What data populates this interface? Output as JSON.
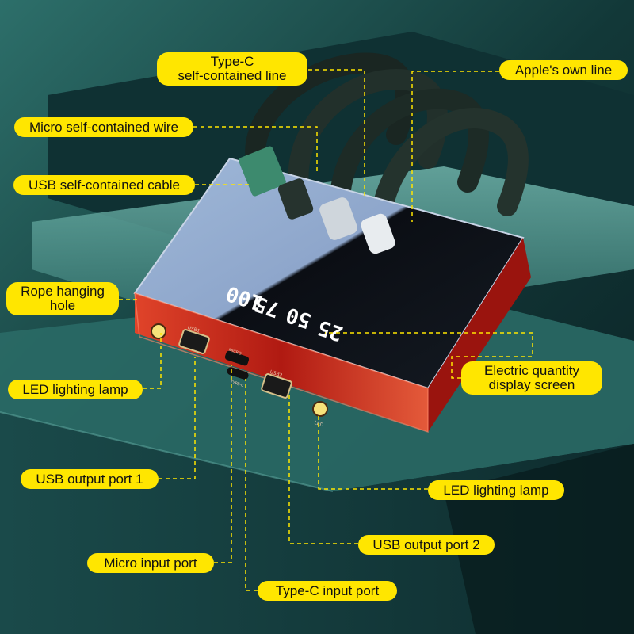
{
  "callouts": {
    "type_c_line": [
      "Type-C",
      "self-contained line"
    ],
    "apple_line": "Apple's own line",
    "micro_wire": "Micro self-contained wire",
    "usb_cable": "USB self-contained cable",
    "rope_hole": [
      "Rope hanging",
      "hole"
    ],
    "led_left": "LED lighting lamp",
    "display_screen": [
      "Electric quantity",
      "display screen"
    ],
    "usb_port_1": "USB output port 1",
    "led_right": "LED lighting lamp",
    "usb_port_2": "USB output port 2",
    "micro_input": "Micro input port",
    "typec_input": "Type-C input port"
  },
  "display": {
    "readings": [
      "100",
      "75",
      "50",
      "25"
    ]
  },
  "port_labels": {
    "usb1": "USB1",
    "micro": "MICRO",
    "type_c": "TYPE-C",
    "usb2": "USB2",
    "led": "LED"
  },
  "colors": {
    "callout_fill": "#ffe600",
    "leader_line": "#ffe600",
    "case_red": "#d42a1c",
    "background_teal": "#1e5a5a",
    "led_digits": "#ffffff"
  }
}
